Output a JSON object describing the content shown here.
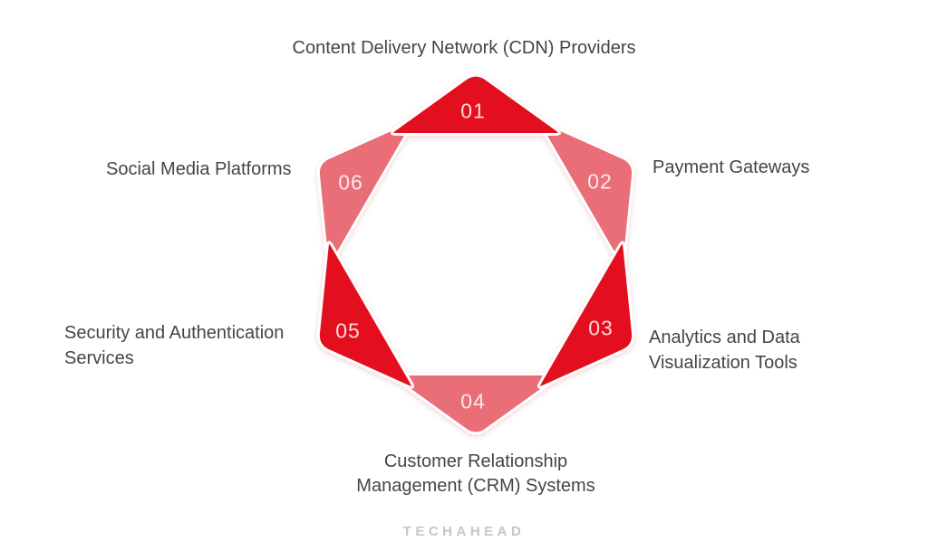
{
  "page": {
    "background_color": "#ffffff"
  },
  "diagram": {
    "type": "hexagram-star-infographic",
    "colors": {
      "dark_red": "#e30f1f",
      "light_red": "#e96e77",
      "label_text": "#454545",
      "number_text": "rgba(255,255,255,0.85)",
      "petal_gap": "#ffffff"
    },
    "items": [
      {
        "id": "01",
        "number": "01",
        "tone": "dark",
        "label": "Content Delivery Network (CDN) Providers",
        "lines": [
          "Content Delivery Network (CDN) Providers"
        ]
      },
      {
        "id": "02",
        "number": "02",
        "tone": "light",
        "label": "Payment Gateways",
        "lines": [
          "Payment Gateways"
        ]
      },
      {
        "id": "03",
        "number": "03",
        "tone": "dark",
        "label": "Analytics and Data Visualization Tools",
        "lines": [
          "Analytics and Data",
          "Visualization Tools"
        ]
      },
      {
        "id": "04",
        "number": "04",
        "tone": "light",
        "label": "Customer Relationship Management (CRM) Systems",
        "lines": [
          "Customer Relationship",
          "Management (CRM) Systems"
        ]
      },
      {
        "id": "05",
        "number": "05",
        "tone": "dark",
        "label": "Security and Authentication Services",
        "lines": [
          "Security and Authentication",
          "Services"
        ]
      },
      {
        "id": "06",
        "number": "06",
        "tone": "light",
        "label": "Social Media Platforms",
        "lines": [
          "Social Media Platforms"
        ]
      }
    ]
  },
  "footer": {
    "logo_text": "TECHAHEAD"
  }
}
